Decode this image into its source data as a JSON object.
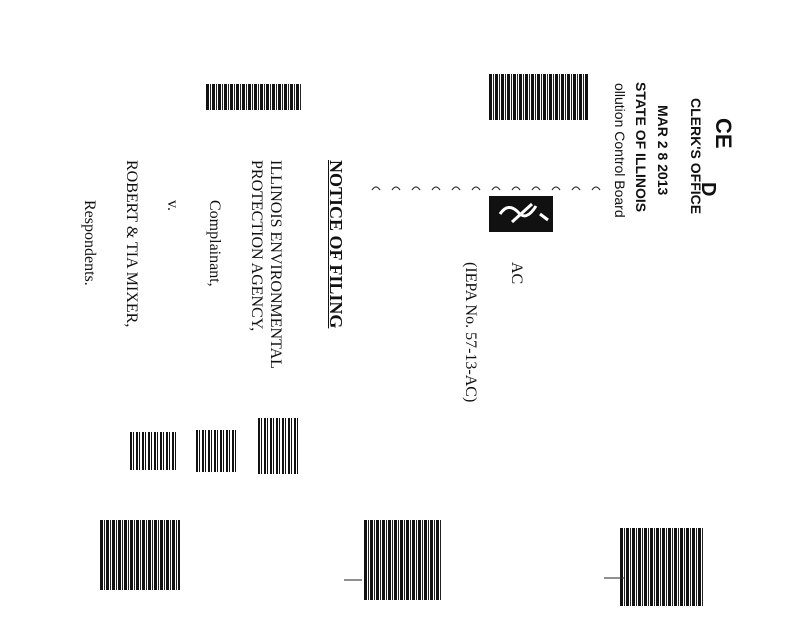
{
  "stamp": {
    "mark": "CE",
    "mark_end": "D",
    "office": "CLERK'S OFFICE",
    "date": "MAR 2 8 2013",
    "state": "STATE OF ILLINOIS",
    "board": "ollution Control Board"
  },
  "case": {
    "code": "AC",
    "iepa_no": "(IEPA No. 57-13-AC)"
  },
  "notice": {
    "title": "NOTICE OF FILING"
  },
  "caption": {
    "complainant_line1": "ILLINOIS ENVIRONMENTAL",
    "complainant_line2": "PROTECTION AGENCY,",
    "complainant_role": "Complainant,",
    "versus": "v.",
    "respondent": "ROBERT & TIA MIXER,",
    "respondent_role": "Respondents."
  }
}
